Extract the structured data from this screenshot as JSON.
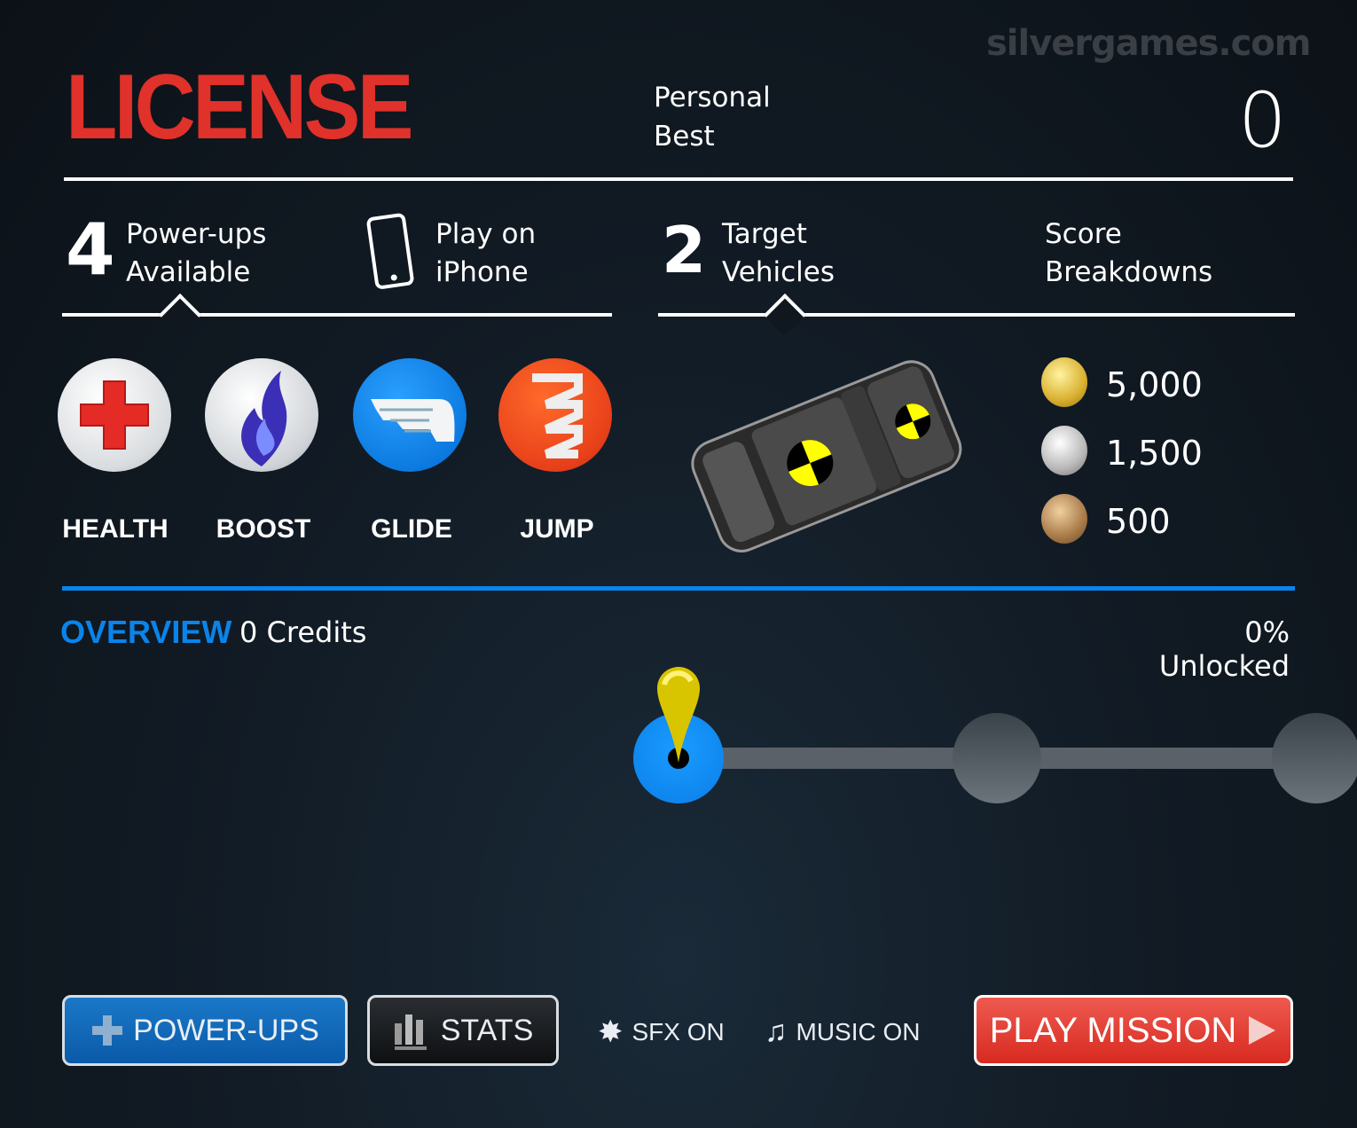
{
  "watermark": "silvergames.com",
  "header": {
    "title": "LICENSE",
    "personal_best_line1": "Personal",
    "personal_best_line2": "Best",
    "personal_best_value": "0"
  },
  "info": {
    "powerups_count": "4",
    "powerups_line1": "Power-ups",
    "powerups_line2": "Available",
    "iphone_line1": "Play on",
    "iphone_line2": "iPhone",
    "targets_count": "2",
    "targets_line1": "Target",
    "targets_line2": "Vehicles",
    "score_line1": "Score",
    "score_line2": "Breakdowns"
  },
  "powerups": [
    {
      "label": "HEALTH",
      "icon": "health-cross-icon"
    },
    {
      "label": "BOOST",
      "icon": "boost-flame-icon"
    },
    {
      "label": "GLIDE",
      "icon": "glide-wing-icon"
    },
    {
      "label": "JUMP",
      "icon": "jump-spring-icon"
    }
  ],
  "scores": [
    {
      "medal": "gold",
      "value": "5,000"
    },
    {
      "medal": "silver",
      "value": "1,500"
    },
    {
      "medal": "bronze",
      "value": "500"
    }
  ],
  "overview": {
    "label": "OVERVIEW",
    "credits": "0 Credits",
    "unlocked": "0% Unlocked",
    "progress_percent": 0
  },
  "buttons": {
    "powerups": "POWER-UPS",
    "stats": "STATS",
    "sfx": "SFX ON",
    "music": "MUSIC ON",
    "play": "PLAY MISSION"
  },
  "colors": {
    "accent_red": "#e0312b",
    "accent_blue": "#0a84ea"
  }
}
